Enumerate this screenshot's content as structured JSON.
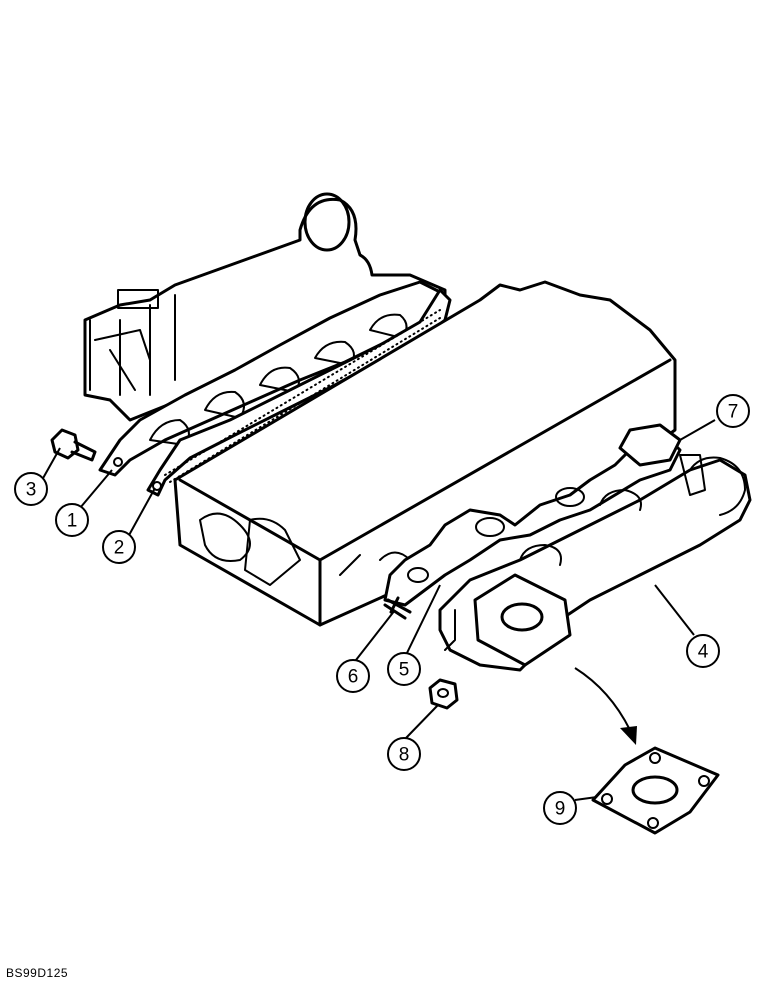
{
  "figure_id": "BS99D125",
  "callouts": [
    {
      "id": "1",
      "label": "1"
    },
    {
      "id": "2",
      "label": "2"
    },
    {
      "id": "3",
      "label": "3"
    },
    {
      "id": "4",
      "label": "4"
    },
    {
      "id": "5",
      "label": "5"
    },
    {
      "id": "6",
      "label": "6"
    },
    {
      "id": "7",
      "label": "7"
    },
    {
      "id": "8",
      "label": "8"
    },
    {
      "id": "9",
      "label": "9"
    }
  ]
}
